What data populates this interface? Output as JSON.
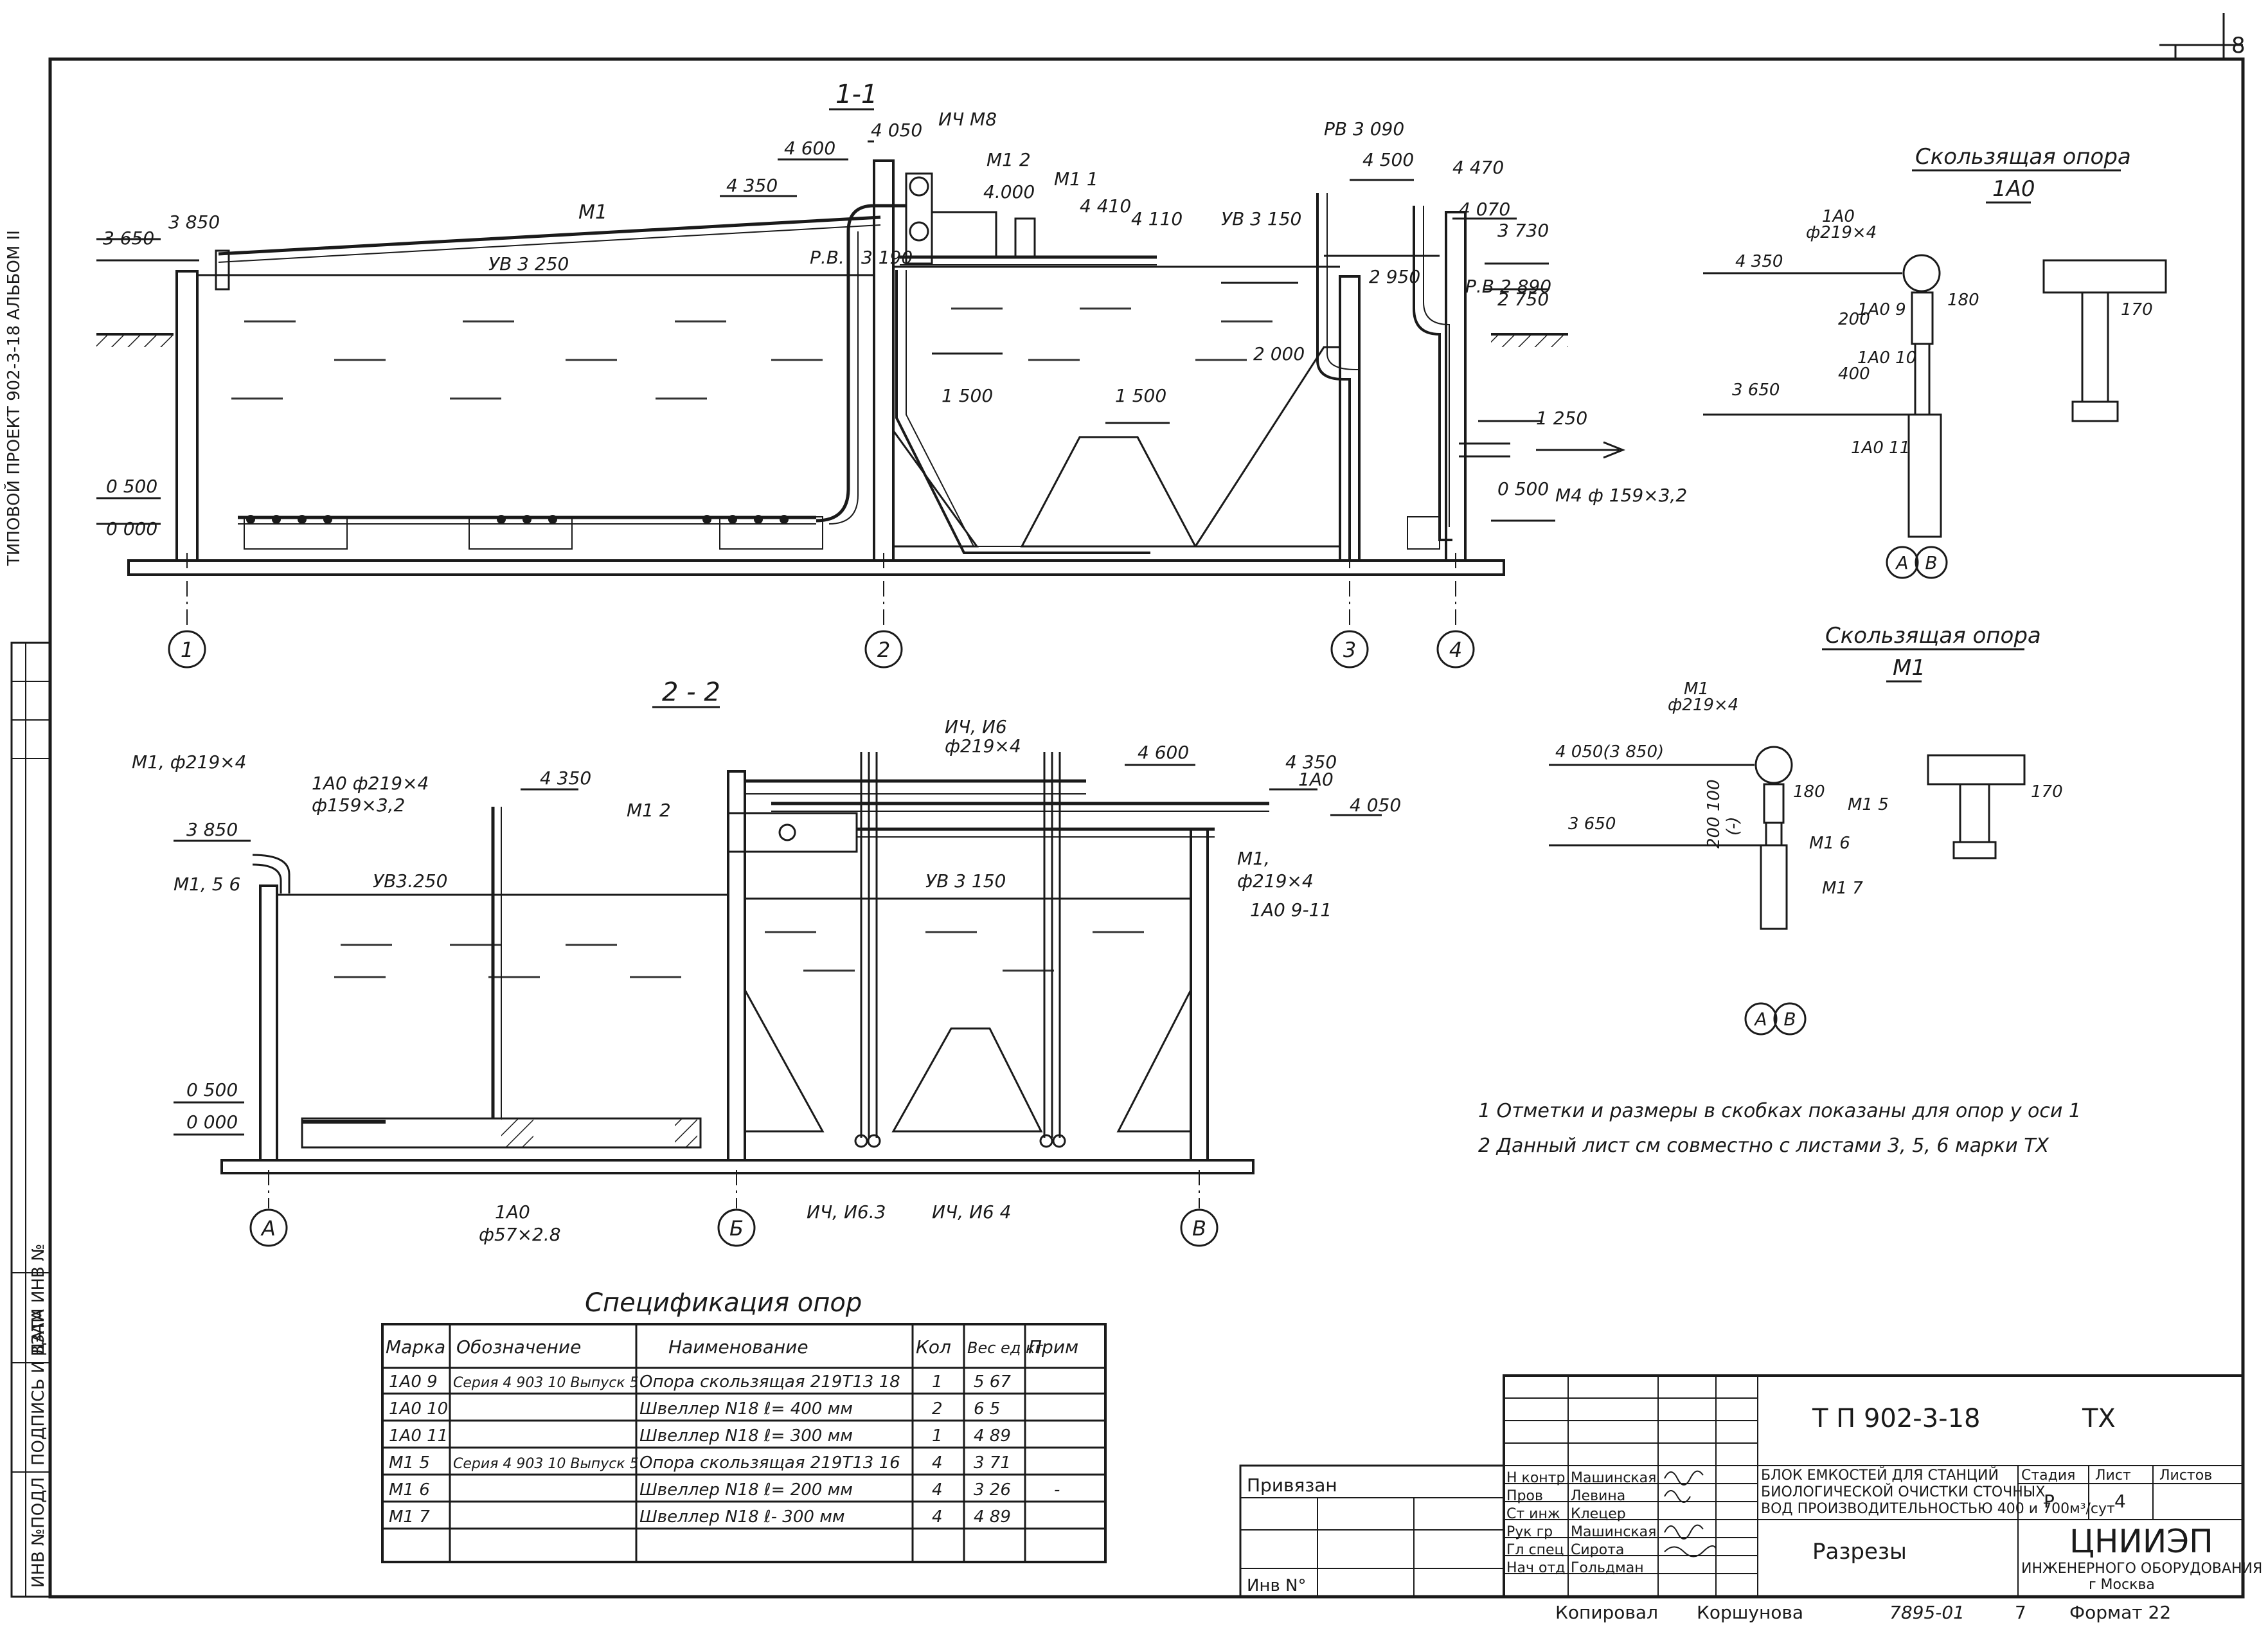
{
  "corner": {
    "page": "8"
  },
  "left_margin": {
    "album": "ТИПОВОЙ ПРОЕКТ 902-3-18 АЛЬБОМ II",
    "stamp1": "ИНВ №ПОДЛ",
    "stamp2": "ПОДПИСЬ И ДАТА",
    "stamp3": "ВЗАМ ИНВ №"
  },
  "section_11": {
    "title": "1-1",
    "pipe_m1": "М1",
    "marks": [
      "3 850",
      "3 650",
      "4 350",
      "4 600",
      "4 050",
      "ИЧ М8",
      "М1 2",
      "М1 1",
      "4.000",
      "4 410",
      "4 110",
      "УВ 3 250",
      "Р.В.",
      "3 190",
      "1 500",
      "1 500",
      "УВ 3 150",
      "РВ 3 090",
      "4 500",
      "4 470",
      "4 070",
      "3 730",
      "2 950",
      "Р.В 2 890",
      "2 750",
      "2 000",
      "1 250",
      "0 500",
      "0 000",
      "0 500",
      "М4 ф 159×3,2"
    ],
    "axes": [
      "1",
      "2",
      "3",
      "4"
    ]
  },
  "section_22": {
    "title": "2 - 2",
    "labels": [
      "М1, ф219×4",
      "1А0 ф219×4",
      "ф159×3,2",
      "4 350",
      "3 850",
      "УВ3.250",
      "М1, 5 6",
      "М1 2",
      "ИЧ, И6",
      "ф219×4",
      "4 600",
      "4 350",
      "1А0",
      "4 050",
      "УВ 3 150",
      "М1,",
      "ф219×4",
      "1А0 9-11",
      "0 500",
      "0 000",
      "1А0",
      "ф57×2.8",
      "ИЧ, И6.3",
      "ИЧ, И6 4"
    ],
    "axes": [
      "А",
      "Б",
      "В"
    ]
  },
  "support_1a0": {
    "title": "Скользящая опора",
    "subtitle": "1А0",
    "labels": [
      "1А0",
      "ф219×4",
      "4 350",
      "1А0 9",
      "180",
      "170",
      "200",
      "1А0 10",
      "400",
      "3 650",
      "1А0 11"
    ],
    "axes": [
      "А",
      "В"
    ]
  },
  "support_m1": {
    "title": "Скользящая опора",
    "subtitle": "М1",
    "labels": [
      "М1",
      "ф219×4",
      "4 050(3 850)",
      "180",
      "М1 5",
      "170",
      "200 100",
      "(-)",
      "М1 6",
      "3 650",
      "М1 7"
    ],
    "axes": [
      "А",
      "В"
    ]
  },
  "notes": [
    "1  Отметки и размеры в скобках показаны для опор у оси 1",
    "2  Данный лист см  совместно с листами  3, 5, 6  марки  ТХ"
  ],
  "spec": {
    "title": "Спецификация опор",
    "headers": [
      "Марка",
      "Обозначение",
      "Наименование",
      "Кол",
      "Вес ед кг",
      "Прим"
    ],
    "rows": [
      [
        "1А0 9",
        "Серия 4 903 10 Выпуск 5",
        "Опора скользящая 219Т13 18",
        "1",
        "5 67",
        ""
      ],
      [
        "1А0 10",
        "",
        "Швеллер N18  ℓ= 400 мм",
        "2",
        "6 5",
        ""
      ],
      [
        "1А0 11",
        "",
        "Швеллер N18  ℓ= 300 мм",
        "1",
        "4 89",
        ""
      ],
      [
        "М1 5",
        "Серия 4 903 10 Выпуск 5",
        "Опора скользящая 219Т13 16",
        "4",
        "3 71",
        ""
      ],
      [
        "М1 6",
        "",
        "Швеллер N18  ℓ= 200 мм",
        "4",
        "3 26",
        "-"
      ],
      [
        "М1 7",
        "",
        "Швеллер N18  ℓ- 300 мм",
        "4",
        "4 89",
        ""
      ]
    ]
  },
  "title_block": {
    "project_code": "Т П  902-3-18",
    "mark": "ТХ",
    "description_1": "БЛОК ЕМКОСТЕЙ ДЛЯ СТАНЦИЙ",
    "description_2": "БИОЛОГИЧЕСКОЙ ОЧИСТКИ СТОЧНЫХ",
    "description_3": "ВОД ПРОИЗВОДИТЕЛЬНОСТЬЮ 400 и 700м³/сут",
    "sheet_title": "Разрезы",
    "stage_h": "Стадия",
    "sheet_h": "Лист",
    "sheets_h": "Листов",
    "stage": "Р",
    "sheet": "4",
    "sheets": "",
    "org": "ЦНИИЭП",
    "org_2": "ИНЖЕНЕРНОГО ОБОРУДОВАНИЯ",
    "org_3": "г  Москва",
    "roles": [
      [
        "Н контр",
        "Машинская"
      ],
      [
        "Пров",
        "Левина"
      ],
      [
        "Ст инж",
        "Клецер"
      ],
      [
        "Рук гр",
        "Машинская"
      ],
      [
        "Гл спец",
        "Сирота"
      ],
      [
        "Нач отд",
        "Гольдман"
      ]
    ],
    "bound": "Привязан",
    "inv": "Инв N°",
    "copied_label": "Копировал",
    "copied_name": "Коршунова",
    "order": "7895-01",
    "copy_no": "7",
    "format": "Формат 22"
  }
}
